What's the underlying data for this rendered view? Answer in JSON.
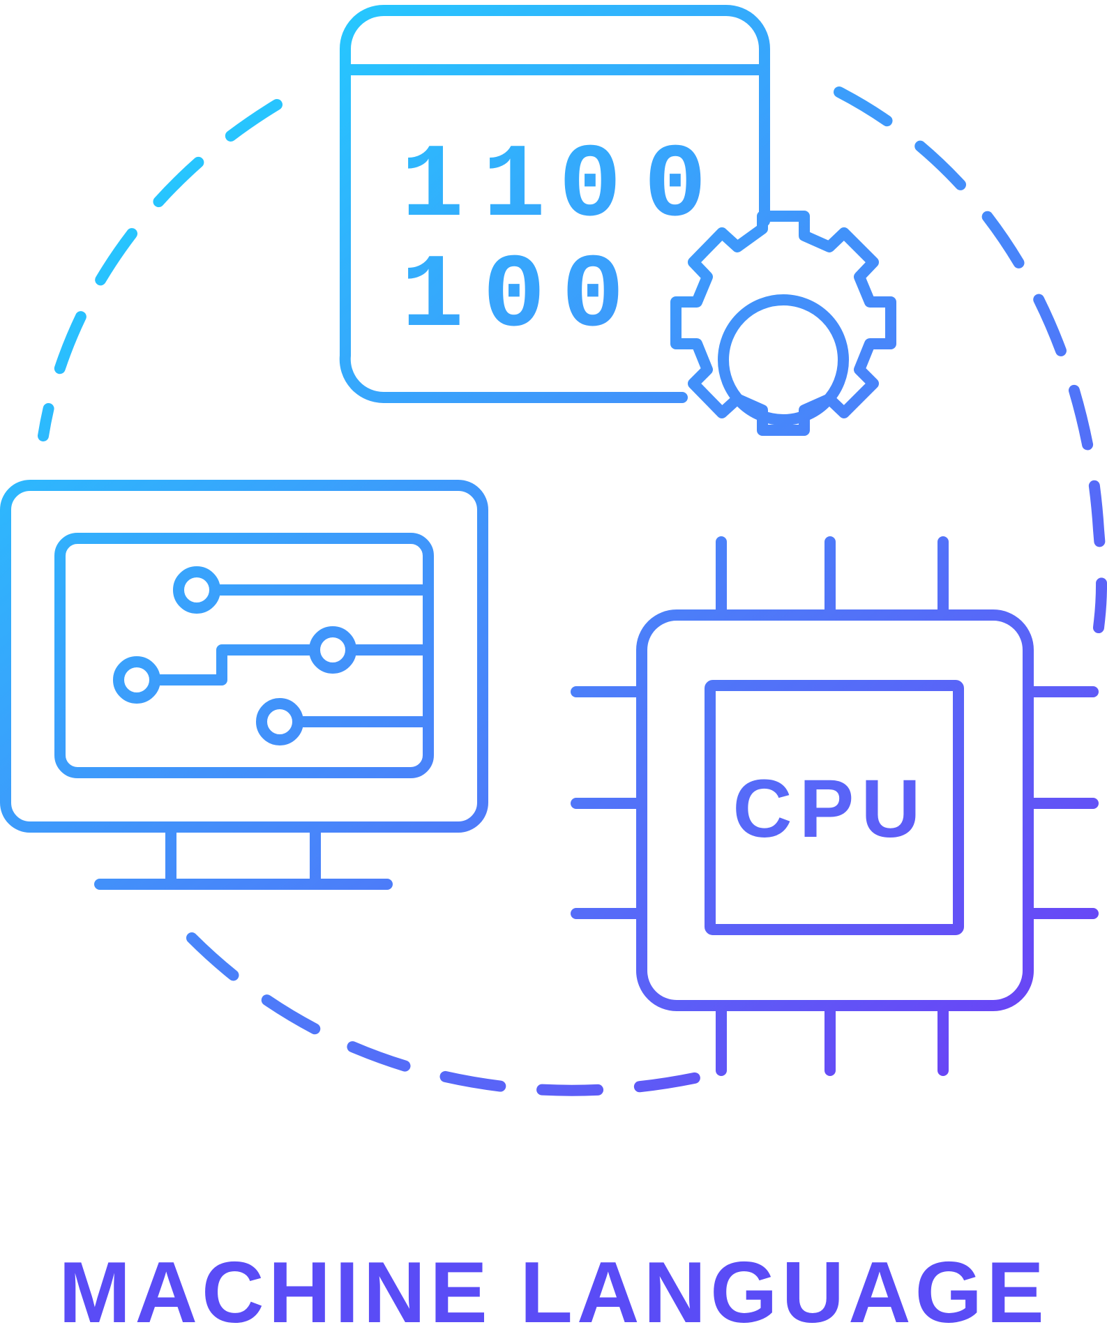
{
  "title": "MACHINE LANGUAGE",
  "binary": {
    "row1": [
      "1",
      "1",
      "0",
      "0"
    ],
    "row2": [
      "1",
      "0",
      "0"
    ]
  },
  "chip_label": "CPU",
  "colors": {
    "gradient_start": "#1fd4ff",
    "gradient_end": "#6a43f5",
    "title": "#5a4cf6",
    "background": "#ffffff"
  },
  "icons": [
    "browser-window-icon",
    "gear-icon",
    "monitor-icon",
    "circuit-icon",
    "cpu-chip-icon",
    "dashed-circle"
  ]
}
